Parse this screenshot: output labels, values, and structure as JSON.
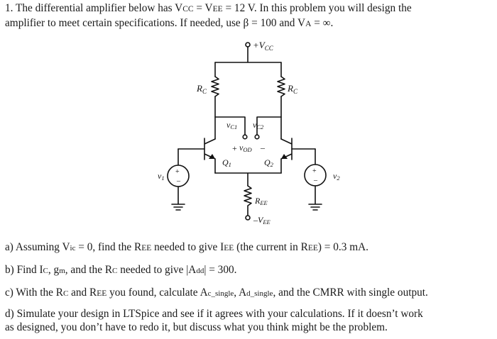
{
  "problem": {
    "line1": "1. The differential amplifier below has V",
    "vcc_sub": "CC",
    "eq1": " = V",
    "vee_sub": "EE",
    "eq2": " = 12 V.  In this problem you will design the",
    "line2": "amplifier to meet certain specifications.  If needed, use β = 100 and V",
    "va_sub": "A",
    "line2_end": " = ∞."
  },
  "circuit": {
    "vcc_label": "+V",
    "vcc_sub": "CC",
    "rc_left_label": "R",
    "rc_left_sub": "C",
    "rc_right_label": "R",
    "rc_right_sub": "C",
    "vc1_label": "v",
    "vc1_sub": "C1",
    "vc2_label": "v",
    "vc2_sub": "C2",
    "vod_plus": "+",
    "vod_label": "v",
    "vod_sub": "OD",
    "vod_minus": "–",
    "q1_label": "Q",
    "q1_sub": "1",
    "q2_label": "Q",
    "q2_sub": "2",
    "v1_label": "v",
    "v1_sub": "1",
    "v2_label": "v",
    "v2_sub": "2",
    "ree_label": "R",
    "ree_sub": "EE",
    "vee_label": "–V",
    "vee_sub": "EE",
    "src_plus": "+",
    "src_minus": "–"
  },
  "parts": {
    "a": {
      "t1": "a) Assuming V",
      "s1": "ic",
      "t2": " = 0, find the R",
      "s2": "EE",
      "t3": " needed to give I",
      "s3": "EE",
      "t4": " (the current in R",
      "s4": "EE",
      "t5": ") = 0.3 mA."
    },
    "b": {
      "t1": "b) Find I",
      "s1": "C",
      "t2": ", g",
      "s2": "m",
      "t3": ", and the R",
      "s3": "C",
      "t4": " needed to give |A",
      "s4": "dd",
      "t5": "| = 300."
    },
    "c": {
      "t1": "c)  With the R",
      "s1": "C",
      "t2": " and R",
      "s2": "EE",
      "t3": " you found, calculate A",
      "s3": "c_single",
      "t4": ", A",
      "s4": "d_single",
      "t5": ", and the CMRR with single output."
    },
    "d": {
      "line1": "d) Simulate your design in LTSpice and see if it agrees with your calculations.  If it doesn’t work",
      "line2": "as designed, you don’t have to redo it, but discuss what you think might be the problem."
    }
  }
}
